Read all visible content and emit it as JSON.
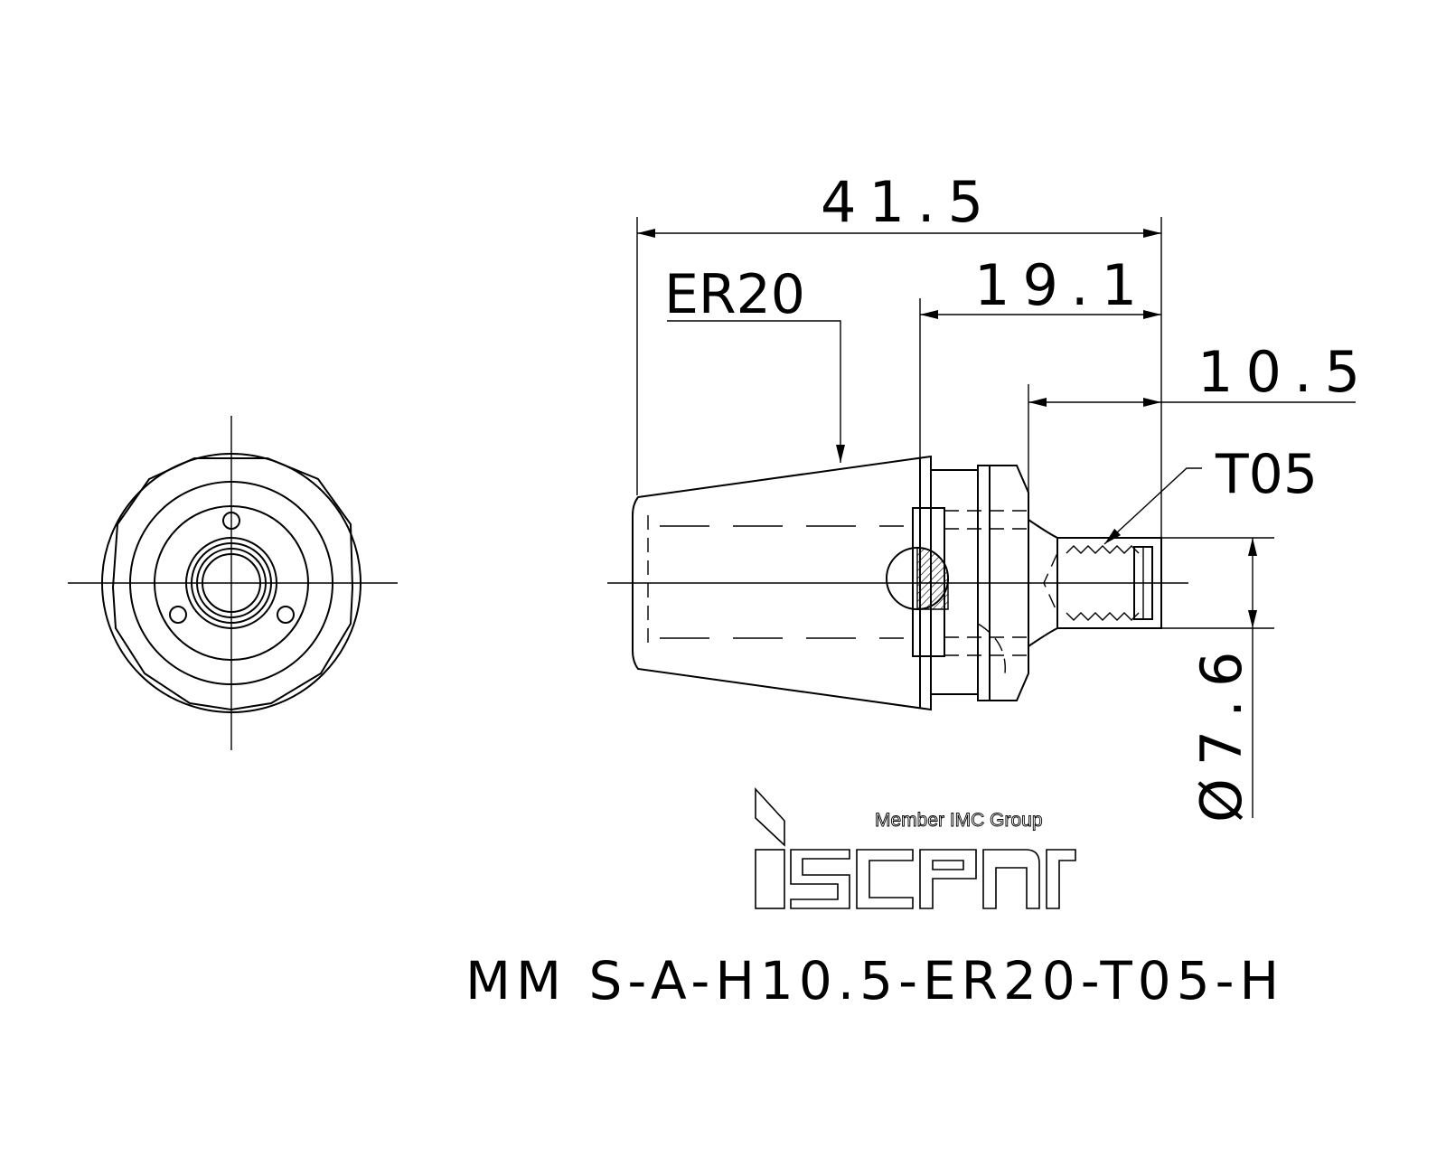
{
  "dimensions": {
    "overall_length": "41.5",
    "nut_length": "19.1",
    "shank_length": "10.5",
    "diameter": "Ø7.6"
  },
  "labels": {
    "collet": "ER20",
    "thread": "T05"
  },
  "logo": {
    "tagline": "Member IMC Group",
    "brand": "iscar"
  },
  "part_number": "MM S-A-H10.5-ER20-T05-H"
}
